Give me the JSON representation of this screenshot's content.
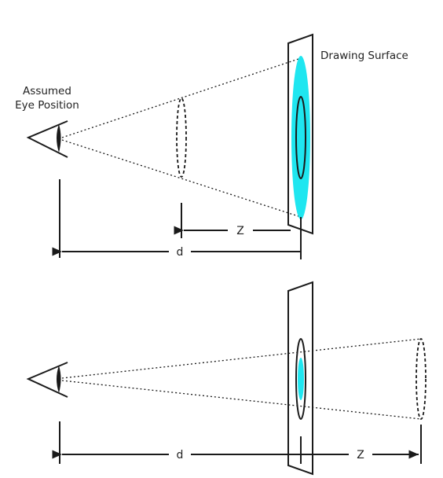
{
  "labels": {
    "drawing_surface": "Drawing Surface",
    "eye_position_line1": "Assumed",
    "eye_position_line2": "Eye Position",
    "top_z": "Z",
    "top_d": "d",
    "bottom_d": "d",
    "bottom_z": "Z"
  },
  "colors": {
    "projection_fill": "#1fe6f0",
    "line": "#1a1a1a",
    "text": "#222222"
  },
  "icons": {
    "eye": "eye-icon"
  }
}
